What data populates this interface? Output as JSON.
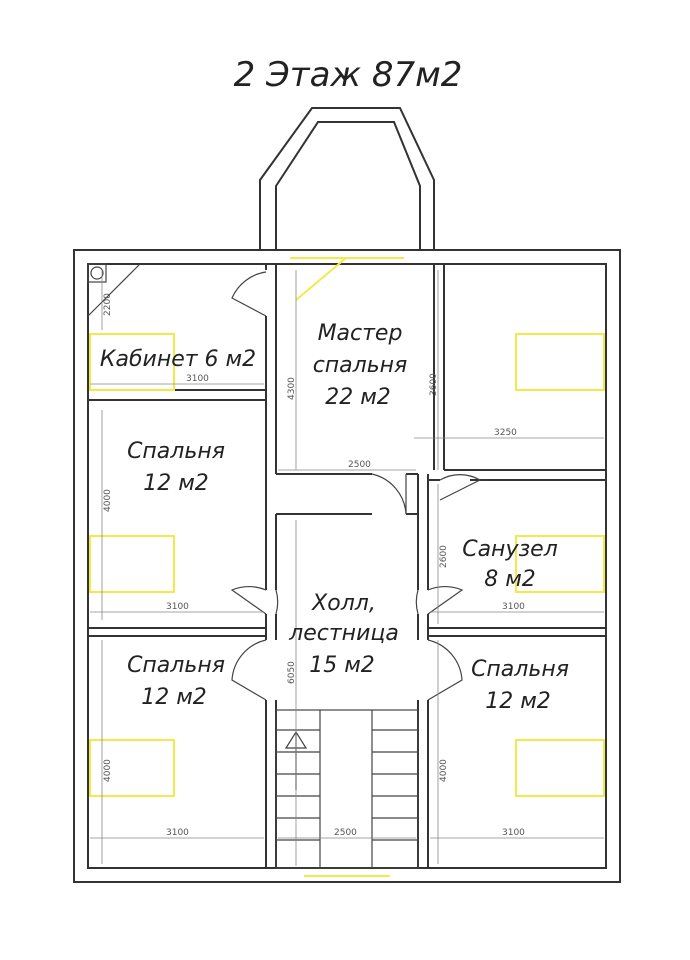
{
  "title": "2 Этаж 87м2",
  "rooms": {
    "office": {
      "name": "Кабинет 6 м2"
    },
    "master": {
      "line1": "Мастер",
      "line2": "спальня",
      "area": "22 м2"
    },
    "bed_left_top": {
      "name": "Спальня",
      "area": "12 м2"
    },
    "bathroom": {
      "name": "Санузел",
      "area": "8 м2"
    },
    "hall": {
      "line1": "Холл,",
      "line2": "лестница",
      "area": "15 м2"
    },
    "bed_left_bottom": {
      "name": "Спальня",
      "area": "12 м2"
    },
    "bed_right_bottom": {
      "name": "Спальня",
      "area": "12 м2"
    }
  },
  "dimensions": {
    "office_w": "3100",
    "office_h": "2200",
    "master_h": "4300",
    "master_w": "2500",
    "right_top_h": "3600",
    "right_top_w": "3250",
    "bed_lt_h": "4000",
    "bed_lt_w": "3100",
    "bath_h": "2600",
    "bath_w": "3100",
    "hall_h": "6050",
    "bed_lb_h": "4000",
    "bed_lb_w": "3100",
    "stair_w": "2500",
    "bed_rb_h": "4000",
    "bed_rb_w": "3100"
  }
}
